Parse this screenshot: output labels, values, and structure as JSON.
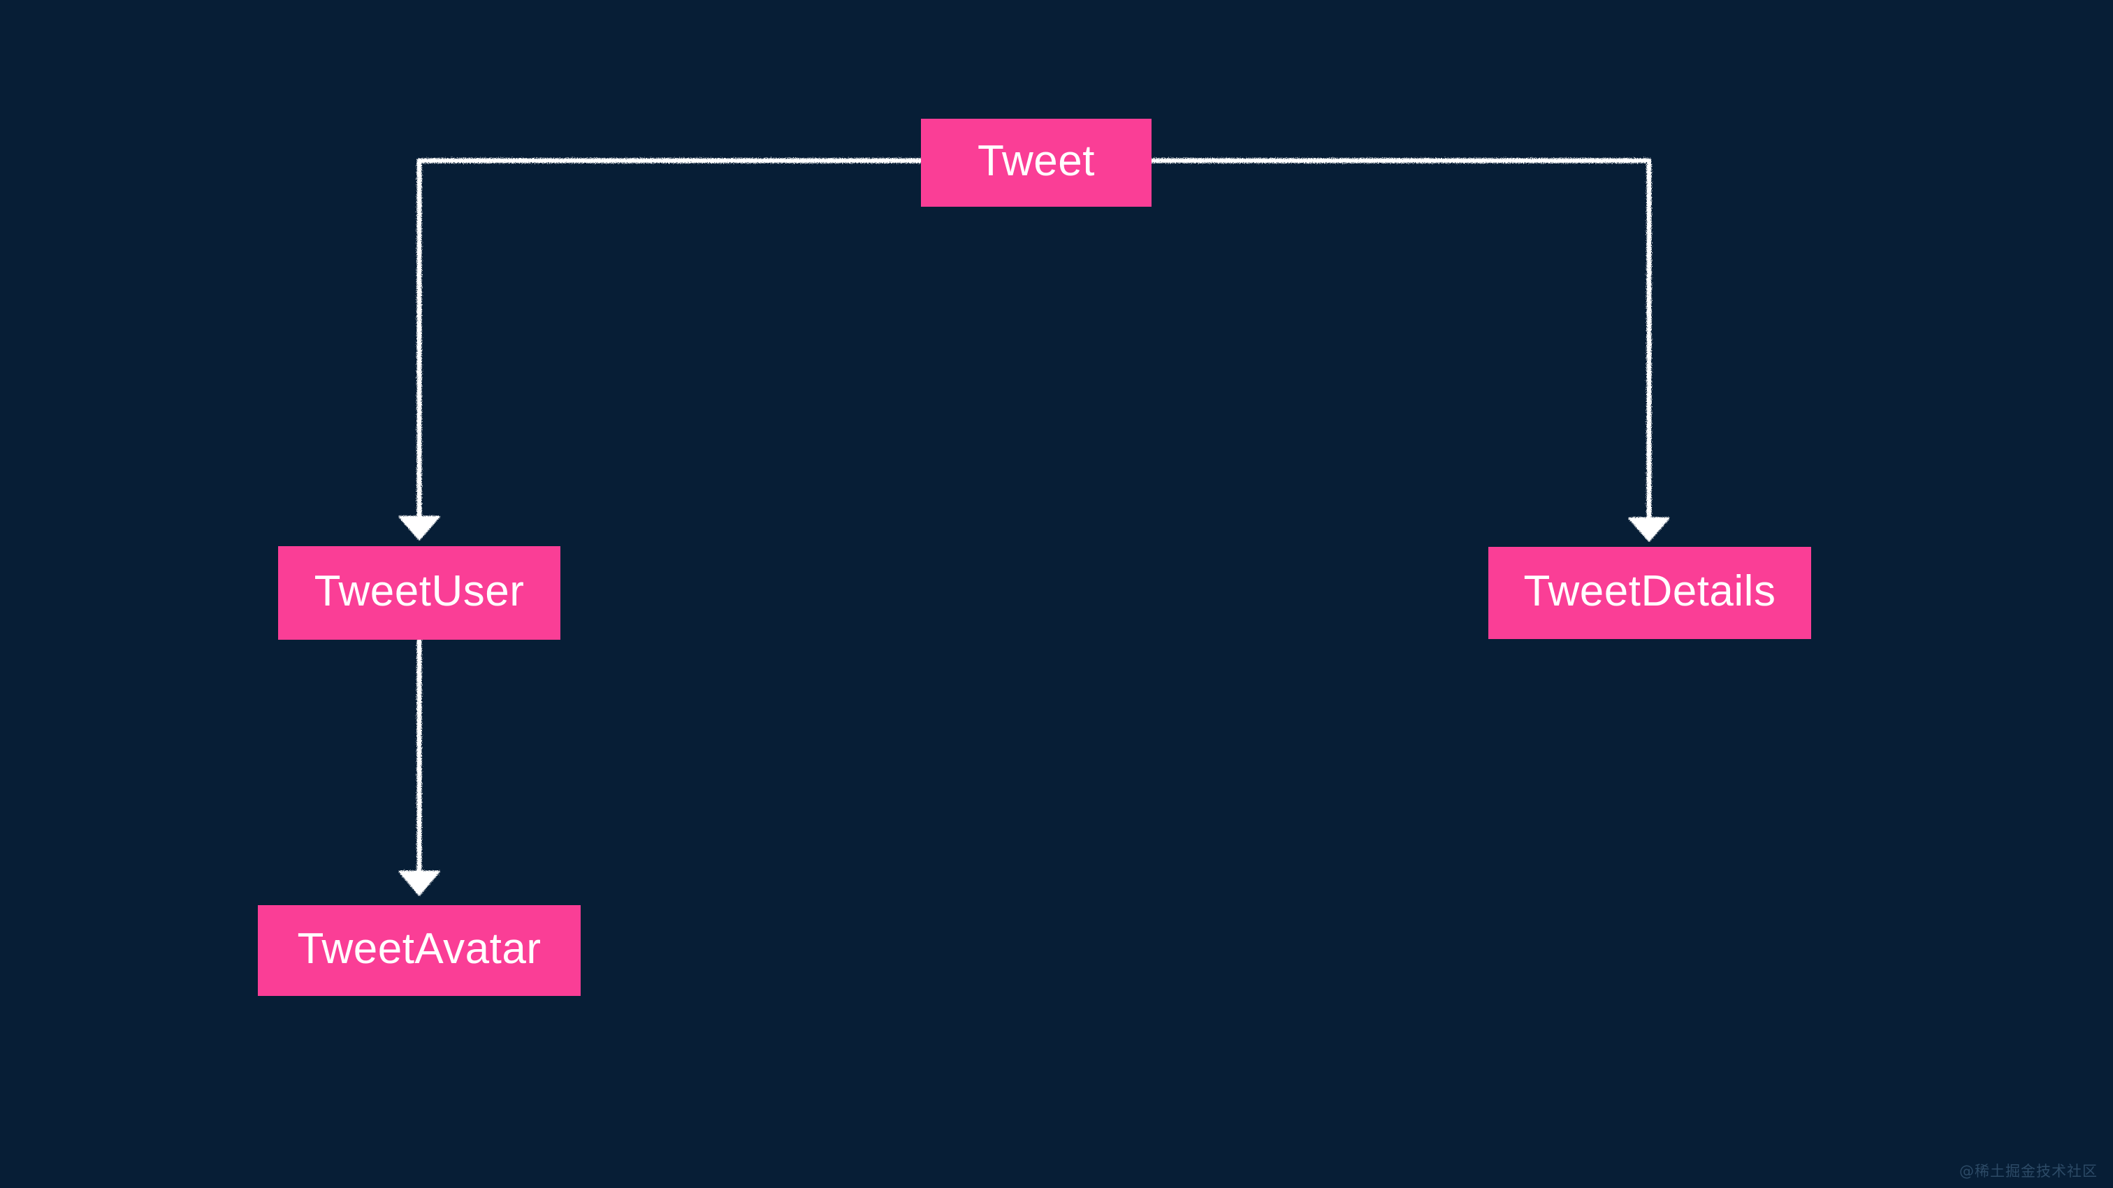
{
  "diagram": {
    "type": "component-tree",
    "background_color": "#071e36",
    "node_color": "#fa3e96",
    "node_text_color": "#ffffff",
    "edge_color": "#ffffff",
    "edge_style": "hand-drawn-rough",
    "nodes": [
      {
        "id": "tweet",
        "label": "Tweet"
      },
      {
        "id": "tweetuser",
        "label": "TweetUser"
      },
      {
        "id": "tweetdetails",
        "label": "TweetDetails"
      },
      {
        "id": "tweetavatar",
        "label": "TweetAvatar"
      }
    ],
    "edges": [
      {
        "from": "tweet",
        "to": "tweetuser",
        "arrow": "down"
      },
      {
        "from": "tweet",
        "to": "tweetdetails",
        "arrow": "down"
      },
      {
        "from": "tweetuser",
        "to": "tweetavatar",
        "arrow": "down"
      }
    ]
  },
  "watermark": {
    "text": "@稀土掘金技术社区"
  }
}
